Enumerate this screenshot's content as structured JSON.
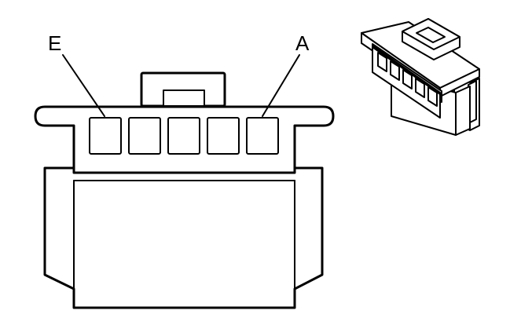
{
  "diagram": {
    "pin_labels": {
      "left": "E",
      "right": "A"
    },
    "cavity_count": 5,
    "colors": {
      "line": "#000000",
      "background": "#ffffff"
    }
  }
}
